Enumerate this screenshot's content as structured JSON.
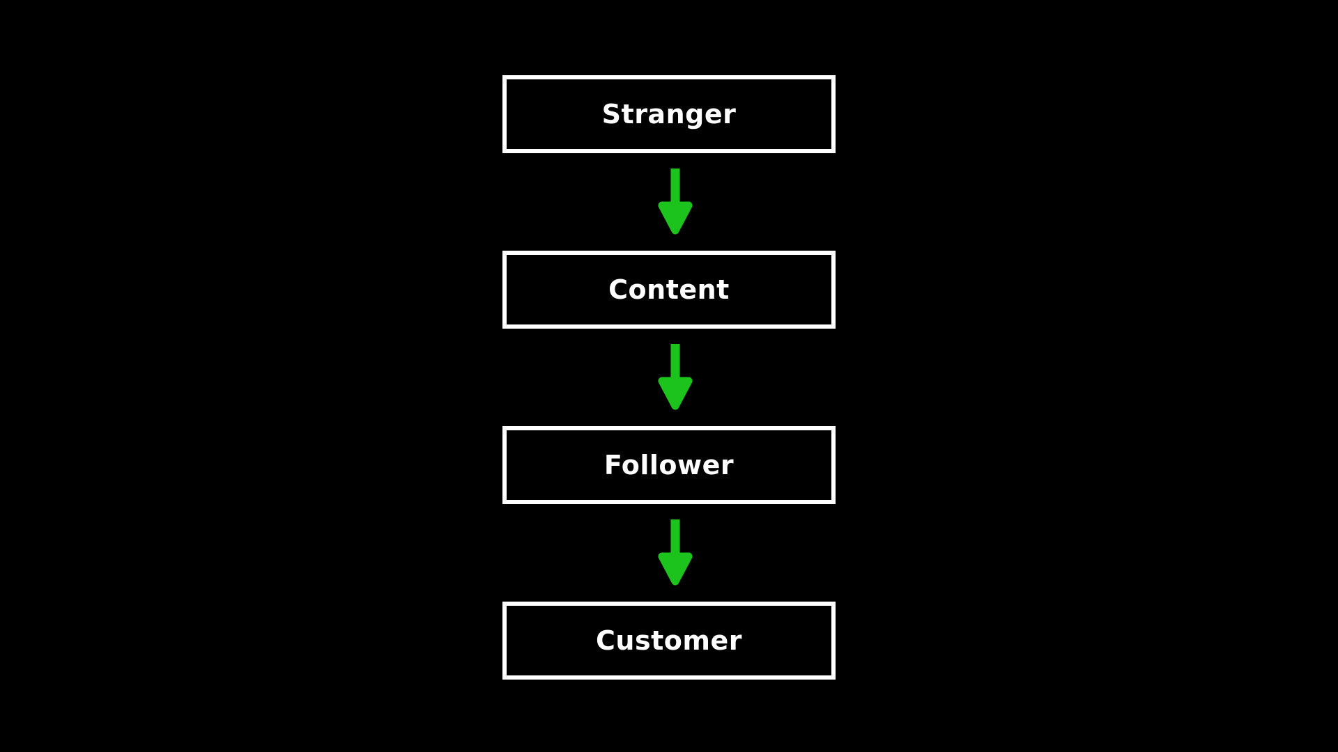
{
  "canvas": {
    "background": "#000000"
  },
  "flow": {
    "type": "vertical-funnel",
    "stages": [
      {
        "label": "Stranger"
      },
      {
        "label": "Content"
      },
      {
        "label": "Follower"
      },
      {
        "label": "Customer"
      }
    ],
    "connector": {
      "shape": "down-arrow",
      "color": "#1dc31d"
    },
    "box": {
      "border_color": "#ffffff",
      "background": "#000000",
      "text_color": "#ffffff"
    }
  }
}
